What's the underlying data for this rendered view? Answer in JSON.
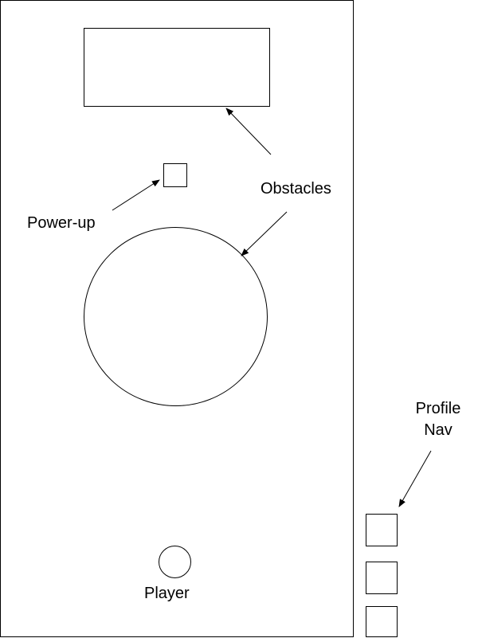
{
  "colors": {
    "stroke": "#000000",
    "background": "#ffffff"
  },
  "labels": {
    "obstacles": "Obstacles",
    "powerup": "Power-up",
    "player": "Player",
    "profile_nav_line1": "Profile",
    "profile_nav_line2": "Nav"
  },
  "profile_nav_buttons": [
    {
      "name": "profile-nav-button-1"
    },
    {
      "name": "profile-nav-button-2"
    },
    {
      "name": "profile-nav-button-3"
    }
  ]
}
